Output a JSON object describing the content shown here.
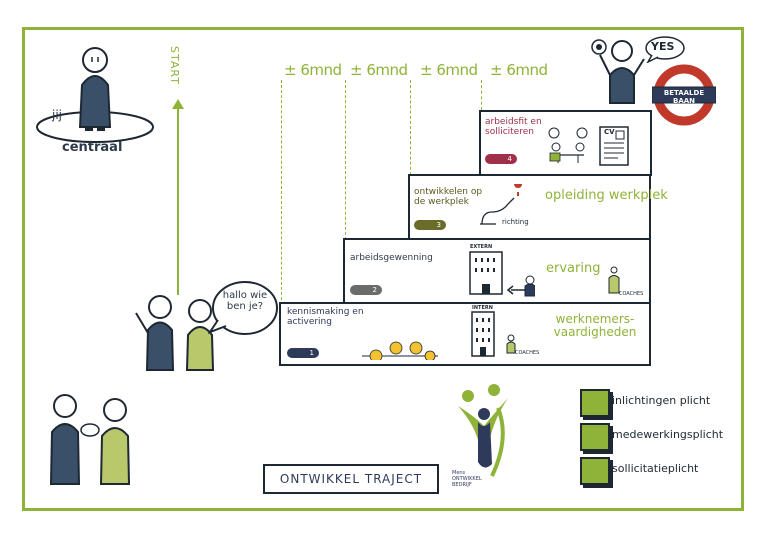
{
  "left": {
    "jij": "jij",
    "centraal": "centraal",
    "start": "START"
  },
  "speech": {
    "text": "hallo wie ben je?"
  },
  "durations": [
    "± 6mnd",
    "± 6mnd",
    "± 6mnd",
    "± 6mnd"
  ],
  "steps": [
    {
      "title": "kennismaking en activering",
      "number": "1",
      "green_label": "werknemers- vaardigheden",
      "building": "INTERN",
      "coach": "COACHES",
      "pill_color": "#2d3a5a"
    },
    {
      "title": "arbeidsgewenning",
      "number": "2",
      "green_label": "ervaring",
      "building": "EXTERN",
      "coach": "COACHES",
      "pill_color": "#6b6b6b"
    },
    {
      "title": "ontwikkelen op de werkplek",
      "number": "3",
      "green_label": "opleiding werkplek",
      "richting": "richting",
      "pill_color": "#6b6b2a"
    },
    {
      "title": "arbeidsfit en solliciteren",
      "number": "4",
      "cv": "CV",
      "pill_color": "#a0304a"
    }
  ],
  "top_right": {
    "yes": "YES",
    "sign": "BETAALDE BAAN"
  },
  "bottom": {
    "trajectory_button": "ONTWIKKEL TRAJECT",
    "logo_line1": "Mens",
    "logo_line2": "ONTWIKKEL",
    "logo_line3": "BEDRIJF"
  },
  "legend": [
    "inlichtingen plicht",
    "medewerkingsplicht",
    "sollicitatieplicht"
  ],
  "colors": {
    "green": "#8fb339",
    "navy": "#2d3a5a",
    "red": "#c0392b",
    "border": "#1e2833"
  }
}
